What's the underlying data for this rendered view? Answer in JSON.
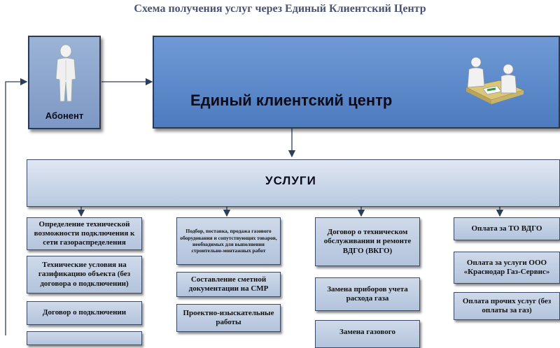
{
  "title": "Схема получения услуг через Единый Клиентский Центр",
  "center": {
    "label": "Единый клиентский центр",
    "icon": "people-at-desk-icon"
  },
  "abonent": {
    "label": "Абонент",
    "icon": "person-icon"
  },
  "services": {
    "label": "УСЛУГИ"
  },
  "columns": [
    {
      "items": [
        "Определение технической возможности подключения к сети газораспределения",
        "Технические условия на газификацию объекта (без договора о подключении)",
        "Договор о подключении"
      ]
    },
    {
      "items": [
        "Подбор, поставка, продажа газового оборудования и сопутствующих товаров, необходимых для выполнения строительно-монтажных работ",
        "Составление сметной документации на СМР",
        "Проектно-изыскательные работы"
      ]
    },
    {
      "items": [
        "Договор о техническом обслуживании и ремонте ВДГО (ВКГО)",
        "Замена приборов учета расхода газа",
        "Замена газового"
      ]
    },
    {
      "items": [
        "Оплата за ТО ВДГО",
        "Оплата за услуги ООО «Краснодар Газ-Сервис»",
        "Оплата прочих услуг (без оплаты за газ)"
      ]
    }
  ]
}
